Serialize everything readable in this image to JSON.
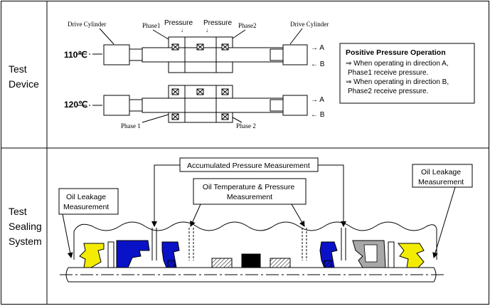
{
  "rows": [
    {
      "label_lines": [
        "Test",
        "Device"
      ]
    },
    {
      "label_lines": [
        "Test",
        "Sealing",
        "System"
      ]
    }
  ],
  "device": {
    "drive_cylinder": "Drive Cylinder",
    "phase1": "Phase1",
    "phase2": "Phase2",
    "pressure": "Pressure",
    "arrow_down": "↓",
    "temp_top": "110℃",
    "temp_bottom": "120℃",
    "dir_a": "→ A",
    "dir_b": "← B",
    "phase1_bottom": "Phase 1",
    "phase2_bottom": "Phase 2"
  },
  "operation_box": {
    "title": "Positive Pressure Operation",
    "lines": [
      "⇒ When operating in direction A,",
      " Phase1 receive pressure.",
      "⇒  When operating in direction B,",
      " Phase2  receive pressure."
    ]
  },
  "sealing": {
    "accumulated": "Accumulated Pressure Measurement",
    "oil_temp_lines": [
      "Oil Temperature &  Pressure",
      "Measurement"
    ],
    "oil_leak_left_lines": [
      "Oil Leakage",
      "Measurement"
    ],
    "oil_leak_right_lines": [
      "Oil Leakage",
      "Measurement"
    ]
  },
  "colors": {
    "yellow_seal": "#f3ec00",
    "blue_seal": "#0a12c8",
    "gray_seal": "#a8a8a8",
    "black_block": "#000000"
  }
}
